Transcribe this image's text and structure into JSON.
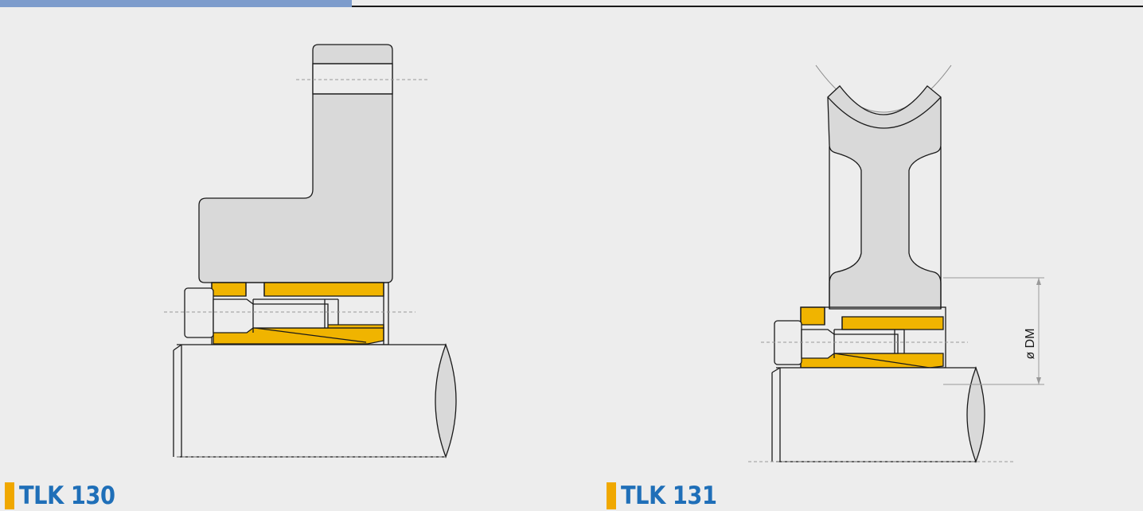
{
  "header": {
    "accent_color": "#7d9ccc"
  },
  "colors": {
    "part_fill": "#d9d9d9",
    "clamp_fill": "#f0b400",
    "title_color": "#1f6fb8",
    "marker_color": "#f0a800"
  },
  "figures": [
    {
      "caption": "TLK 130"
    },
    {
      "caption": "TLK 131",
      "dimension_label": "ø DM"
    }
  ]
}
